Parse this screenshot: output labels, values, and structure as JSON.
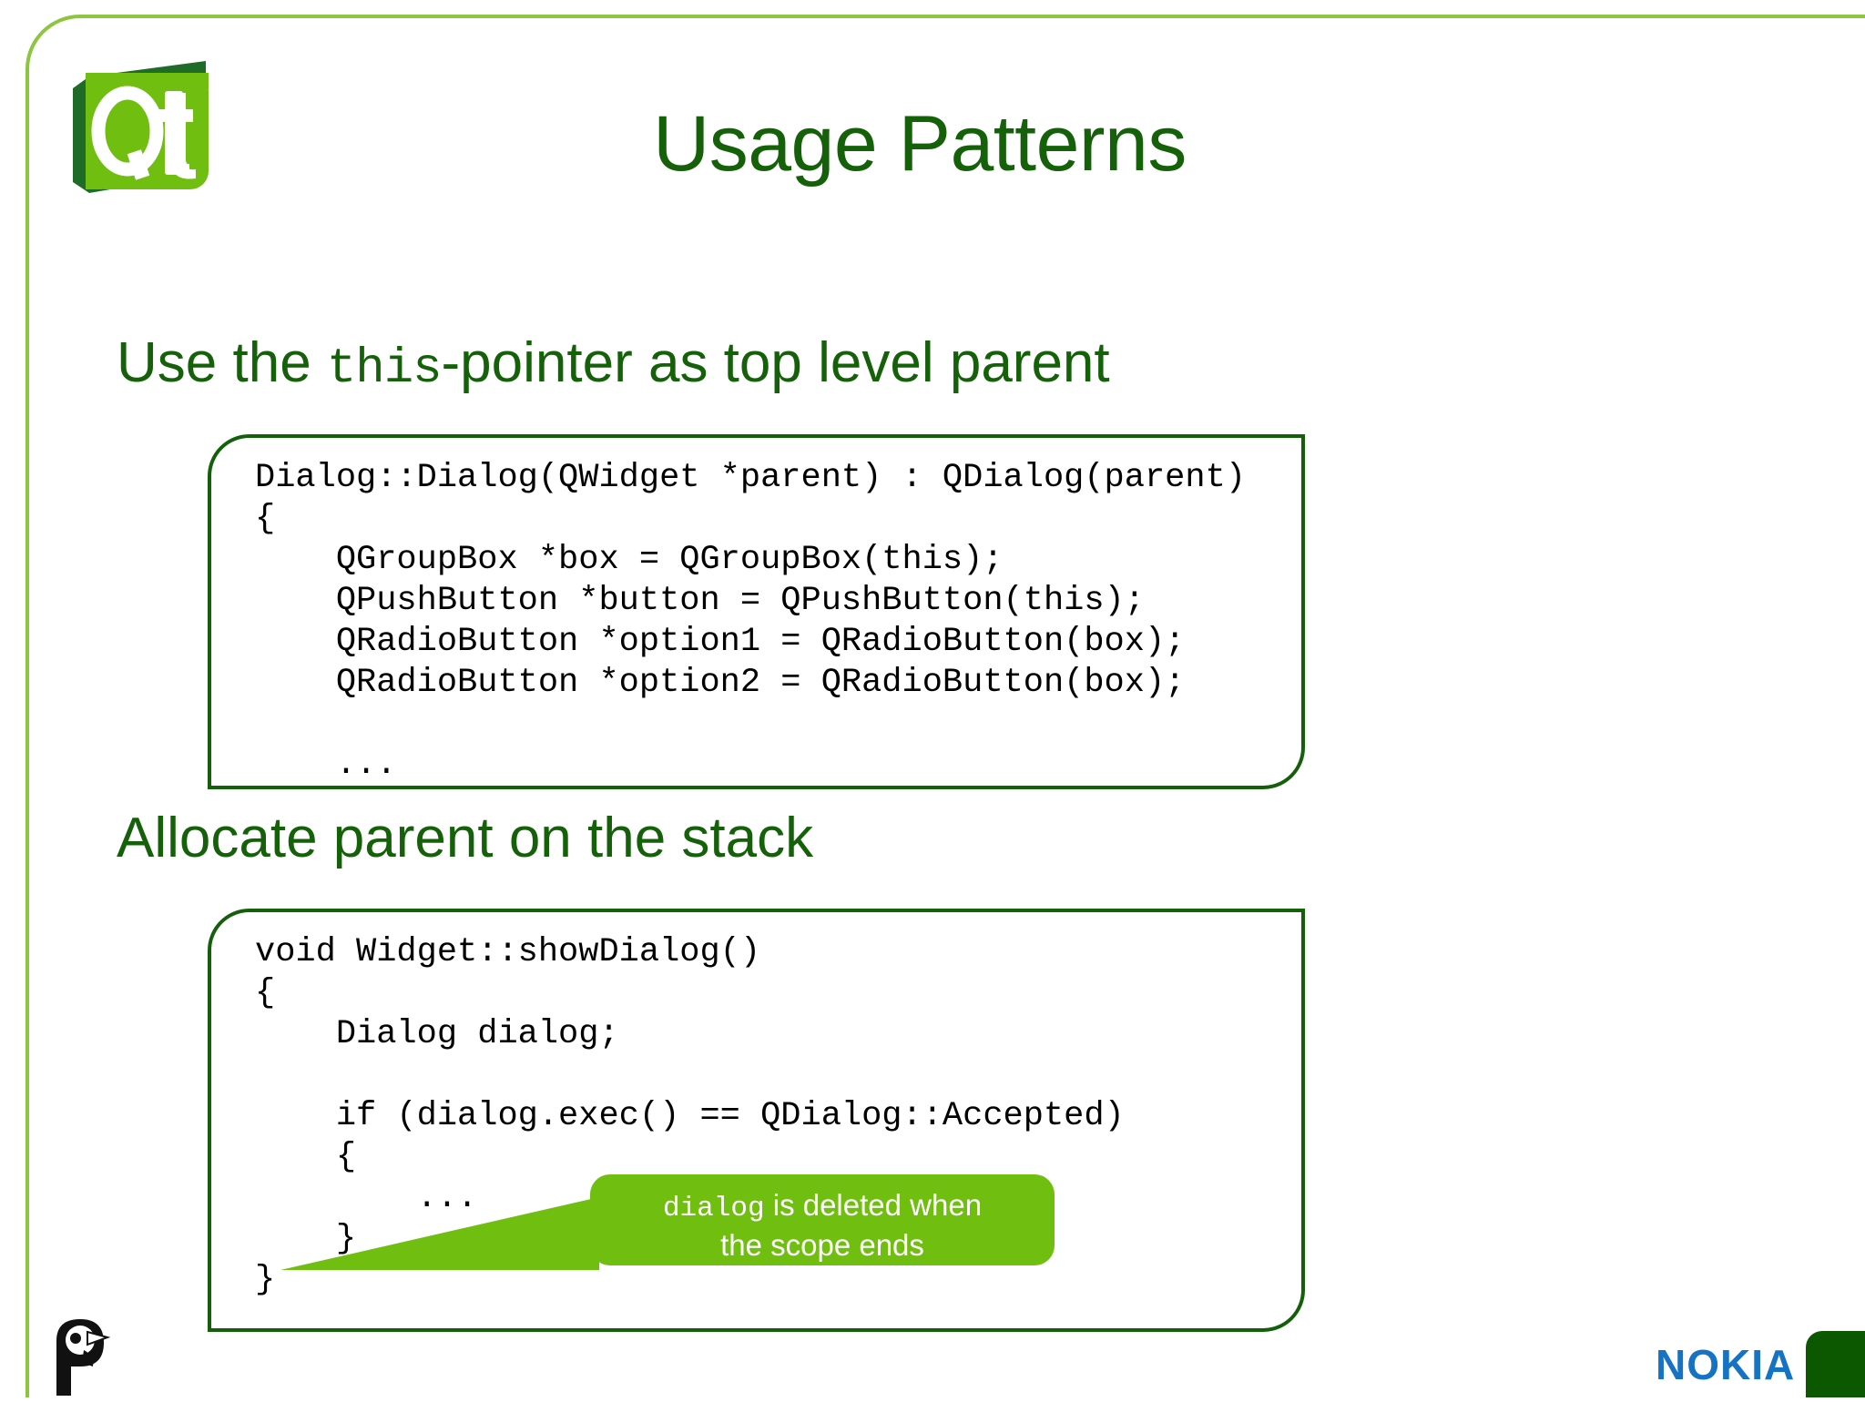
{
  "slide": {
    "title": "Usage Patterns",
    "brand_logo": "qt-logo",
    "frame_color": "#8CC63E",
    "title_color": "#156109"
  },
  "sections": [
    {
      "heading_prefix": "Use the ",
      "heading_mono": "this",
      "heading_suffix": "-pointer as top level parent",
      "code": "Dialog::Dialog(QWidget *parent) : QDialog(parent)\n{\n    QGroupBox *box = QGroupBox(this);\n    QPushButton *button = QPushButton(this);\n    QRadioButton *option1 = QRadioButton(box);\n    QRadioButton *option2 = QRadioButton(box);\n\n    ..."
    },
    {
      "heading_prefix": "Allocate parent on the stack",
      "heading_mono": "",
      "heading_suffix": "",
      "code": "void Widget::showDialog()\n{\n    Dialog dialog;\n\n    if (dialog.exec() == QDialog::Accepted)\n    {\n        ...\n    }\n}"
    }
  ],
  "callout": {
    "mono_word": "dialog",
    "rest_line1": " is deleted when",
    "line2": "the scope ends",
    "bg_color": "#6FBE10",
    "text_color": "#FFFFFF"
  },
  "footer": {
    "left_logo": "parrot-logo",
    "right_logo_text": "NOKIA",
    "right_logo_color": "#1673C4",
    "corner_color": "#0B5800"
  }
}
